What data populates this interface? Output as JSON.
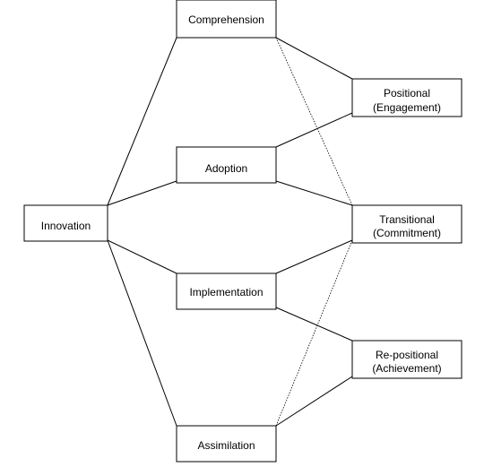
{
  "nodes": {
    "innovation": {
      "lines": [
        "Innovation"
      ]
    },
    "comprehension": {
      "lines": [
        "Comprehension"
      ]
    },
    "adoption": {
      "lines": [
        "Adoption"
      ]
    },
    "implementation": {
      "lines": [
        "Implementation"
      ]
    },
    "assimilation": {
      "lines": [
        "Assimilation"
      ]
    },
    "positional": {
      "lines": [
        "Positional",
        "(Engagement)"
      ]
    },
    "transitional": {
      "lines": [
        "Transitional",
        "(Commitment)"
      ]
    },
    "repositional": {
      "lines": [
        "Re-positional",
        "(Achievement)"
      ]
    }
  },
  "colors": {
    "stroke": "#000000",
    "fill": "#ffffff",
    "text": "#000000"
  }
}
